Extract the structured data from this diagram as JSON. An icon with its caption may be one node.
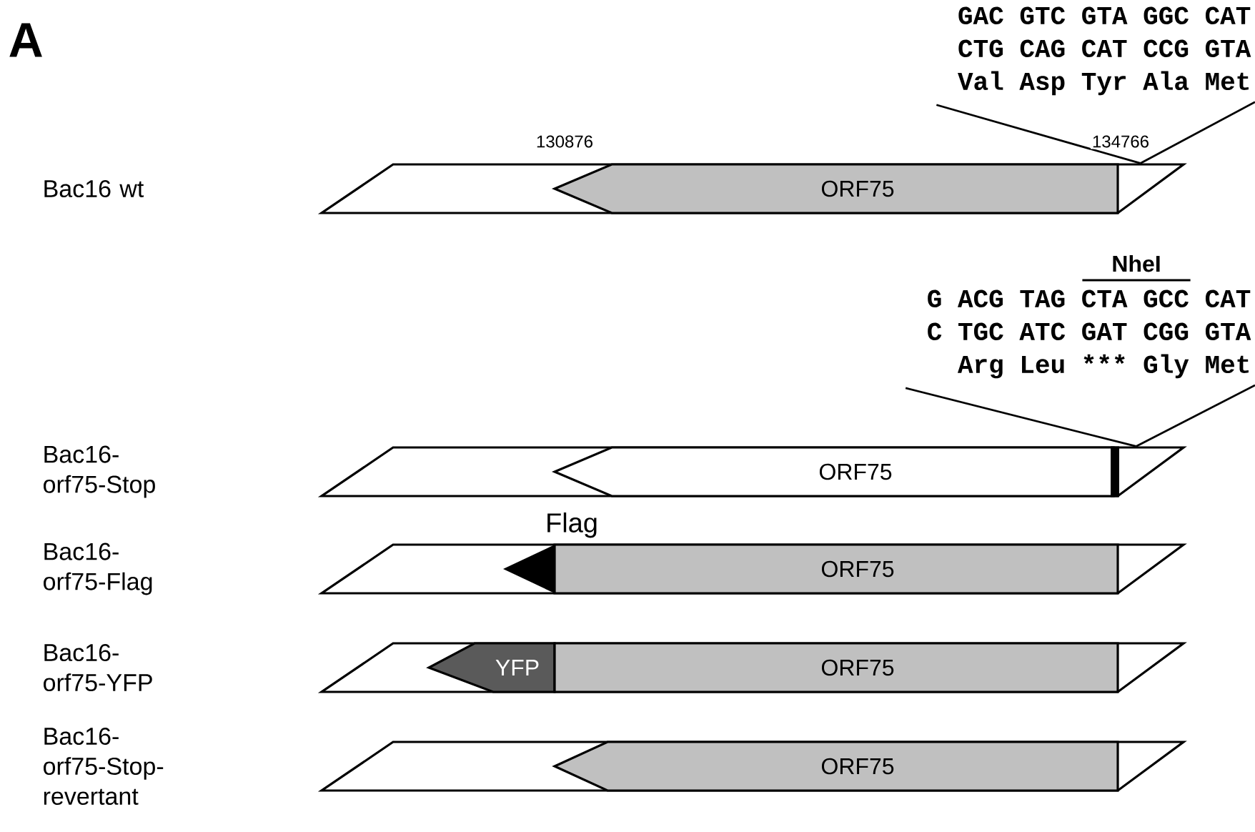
{
  "diagram": {
    "nodes": [
      {
        "text": [],
        "shape": "bar"
      },
      {
        "text": [
          "ORF75"
        ],
        "in": 0
      },
      {
        "text": [],
        "shape": "bar"
      },
      {
        "text": [
          "ORF75"
        ],
        "in": 2
      },
      {
        "text": [],
        "shape": "bar"
      },
      {
        "text": [],
        "shape": "triangle",
        "in": 4,
        "beside": [
          "Flag"
        ]
      },
      {
        "text": [
          "ORF75"
        ],
        "in": 4
      },
      {
        "text": [],
        "shape": "bar"
      },
      {
        "text": [
          "YFP"
        ],
        "in": 7
      },
      {
        "text": [
          "ORF75"
        ],
        "in": 7
      },
      {
        "text": [],
        "shape": "bar"
      },
      {
        "text": [
          "ORF75"
        ],
        "in": 10
      },
      {
        "text": [
          "GAC GTC GTA GGC CAT",
          "CTG CAG CAT CCG GTA",
          "Val Asp Tyr Ala Met"
        ]
      },
      {
        "text": [
          "G ACG TAG CTA GCC CAT",
          "C TGC ATC GAT CGG GTA",
          "Arg Leu *** Gly Met"
        ],
        "beside": [
          "NheI"
        ]
      }
    ],
    "edges": [
      {
        "from": 12,
        "to": 1,
        "arrow": "none"
      },
      {
        "from": 12,
        "to": 1,
        "arrow": "none"
      },
      {
        "from": 13,
        "to": 3,
        "arrow": "none"
      },
      {
        "from": 13,
        "to": 3,
        "arrow": "none"
      }
    ],
    "labels": [
      "A",
      "130876",
      "134766",
      "Bac16 wt",
      "Bac16-orf75-Stop",
      "Bac16-orf75-Flag",
      "Bac16-orf75-YFP",
      "Bac16-orf75-Stop-revertant"
    ]
  }
}
